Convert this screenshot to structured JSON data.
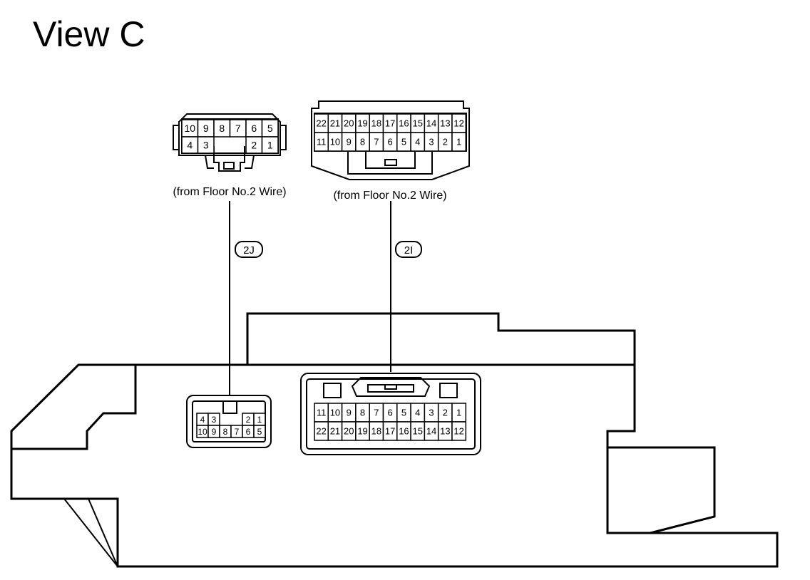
{
  "title": "View C",
  "connectors": {
    "conn_2J_top": {
      "caption": "(from Floor No.2 Wire)",
      "row1": [
        "10",
        "9",
        "8",
        "7",
        "6",
        "5"
      ],
      "row2_left": [
        "4",
        "3"
      ],
      "row2_right": [
        "2",
        "1"
      ]
    },
    "conn_2I_top": {
      "caption": "(from Floor No.2 Wire)",
      "row1": [
        "22",
        "21",
        "20",
        "19",
        "18",
        "17",
        "16",
        "15",
        "14",
        "13",
        "12"
      ],
      "row2": [
        "11",
        "10",
        "9",
        "8",
        "7",
        "6",
        "5",
        "4",
        "3",
        "2",
        "1"
      ]
    },
    "conn_2J_bottom": {
      "row1_left": [
        "4",
        "3"
      ],
      "row1_right": [
        "2",
        "1"
      ],
      "row2": [
        "10",
        "9",
        "8",
        "7",
        "6",
        "5"
      ]
    },
    "conn_2I_bottom": {
      "row1": [
        "11",
        "10",
        "9",
        "8",
        "7",
        "6",
        "5",
        "4",
        "3",
        "2",
        "1"
      ],
      "row2": [
        "22",
        "21",
        "20",
        "19",
        "18",
        "17",
        "16",
        "15",
        "14",
        "13",
        "12"
      ]
    }
  },
  "badges": {
    "badge_2J": "2J",
    "badge_2I": "2I"
  }
}
